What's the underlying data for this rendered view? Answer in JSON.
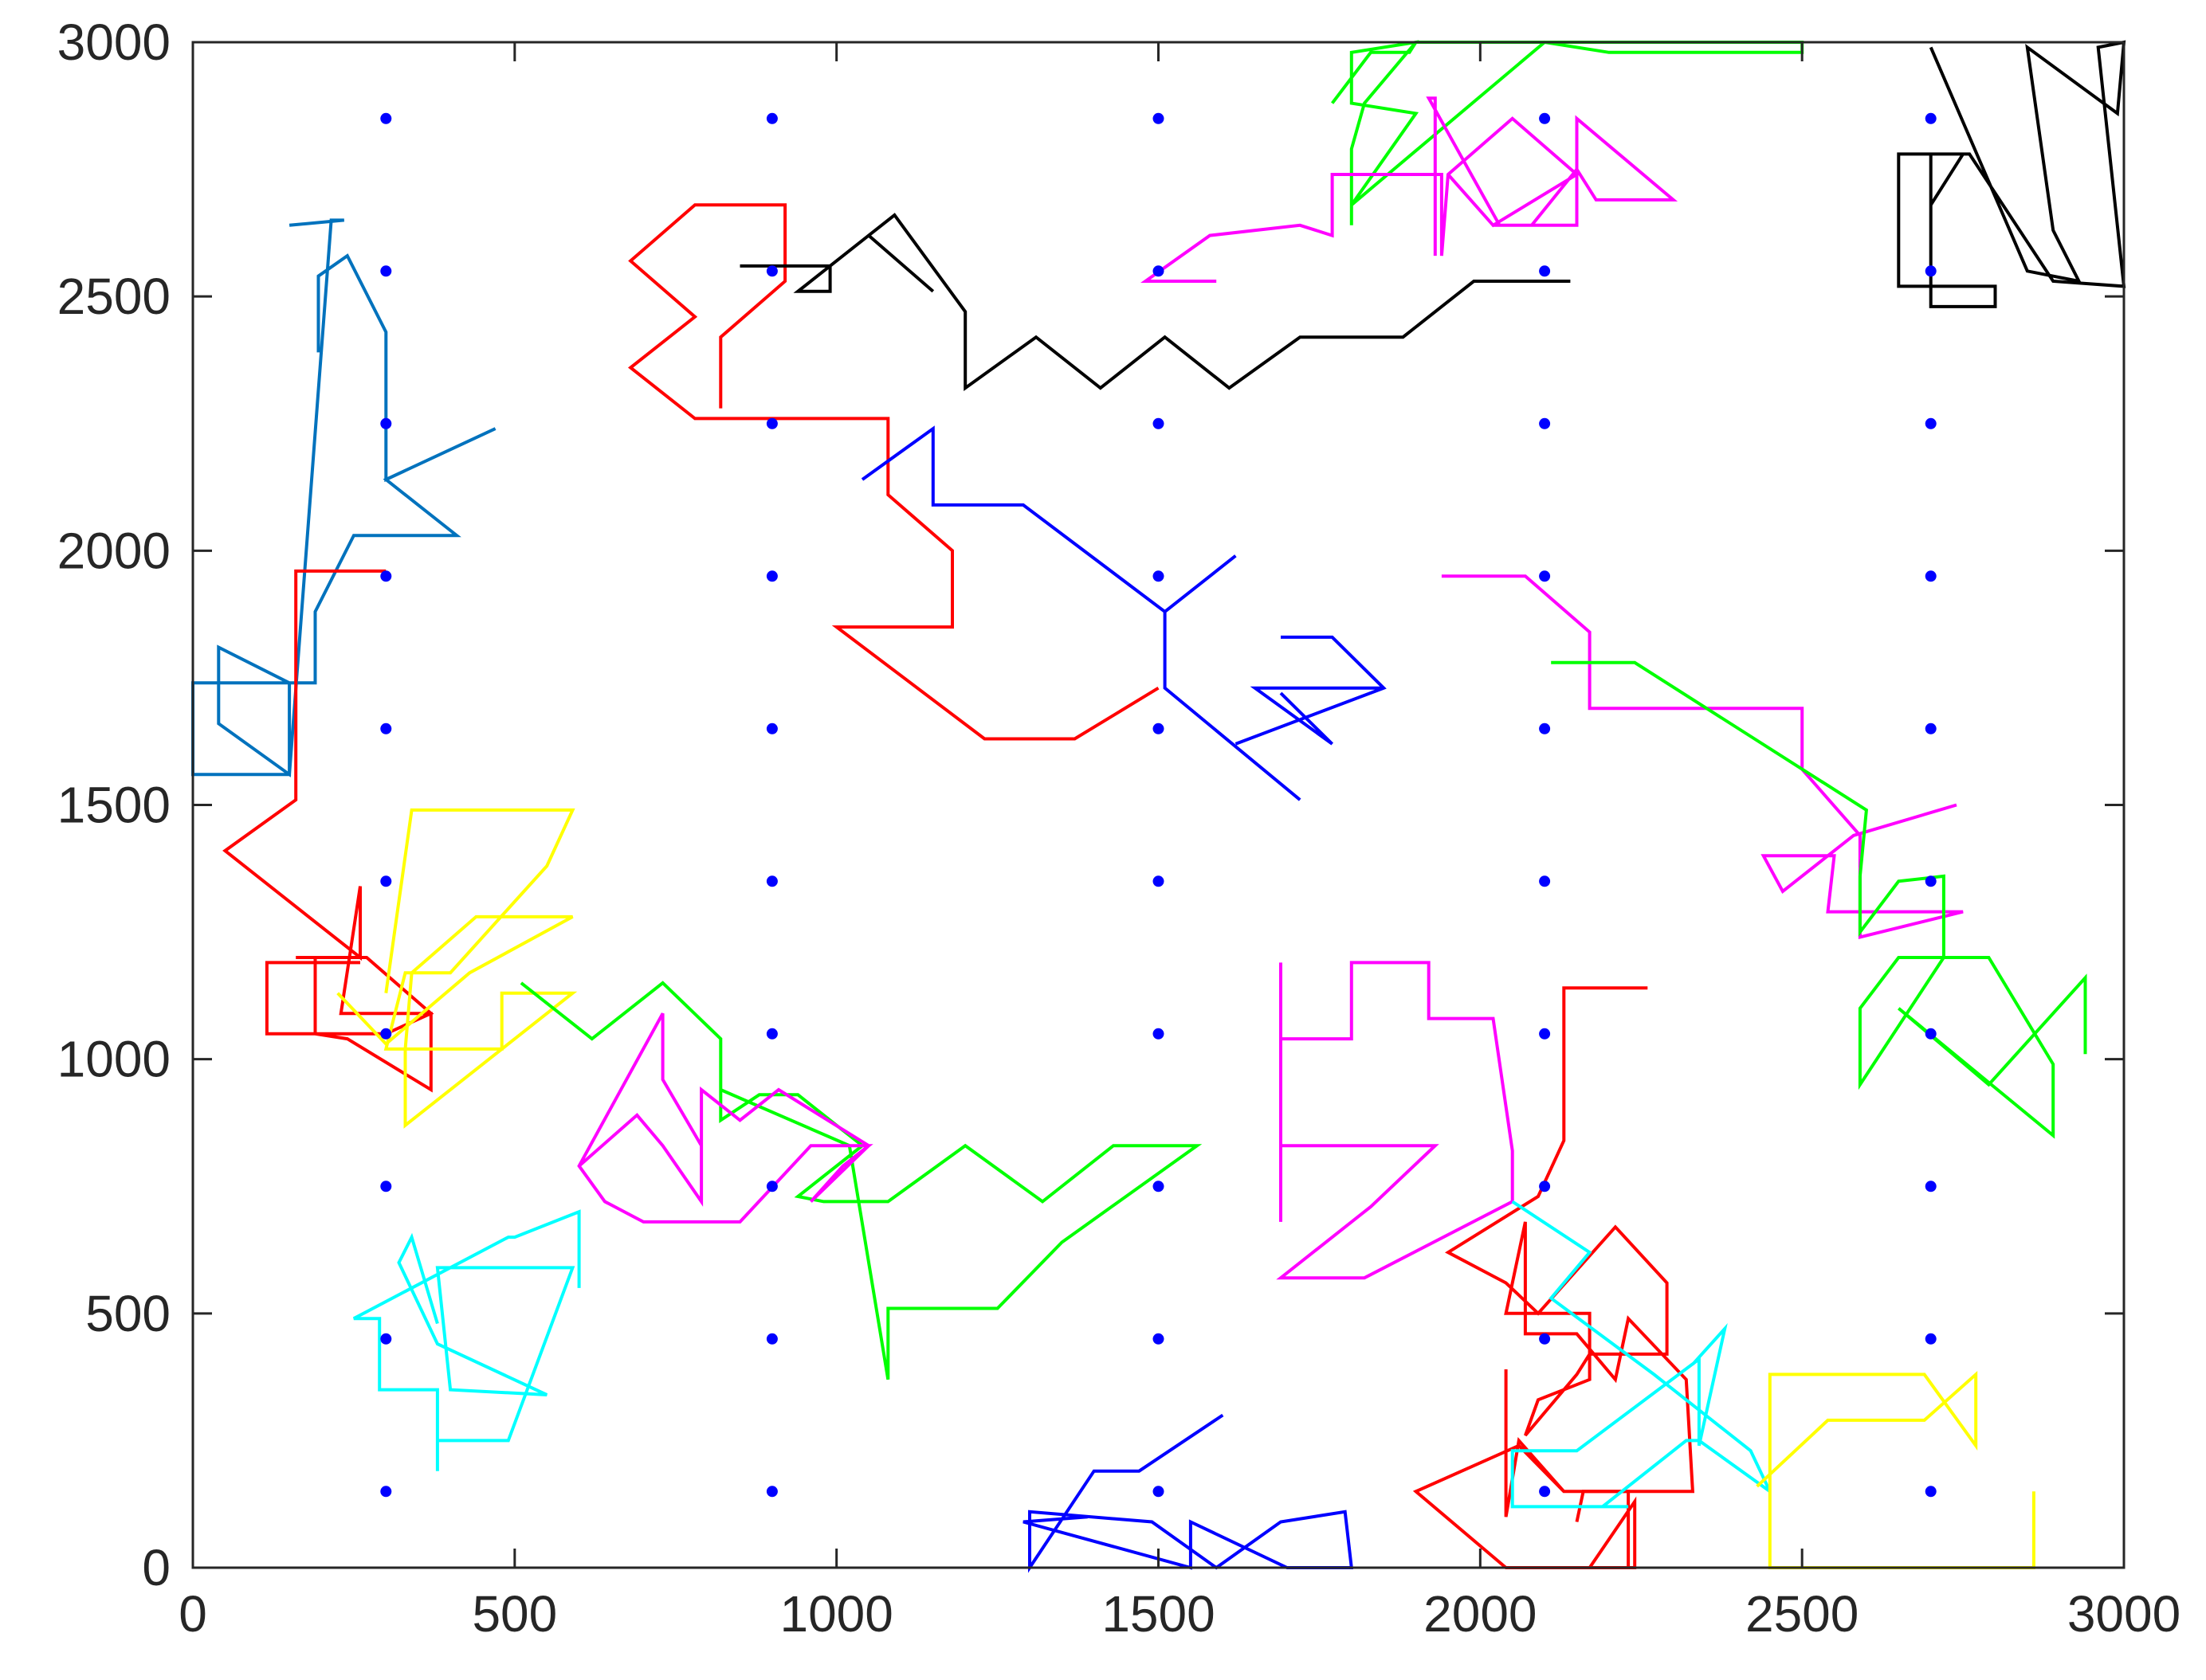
{
  "chart_data": {
    "type": "line",
    "title": "",
    "xlabel": "",
    "ylabel": "",
    "xlim": [
      0,
      3000
    ],
    "ylim": [
      0,
      3000
    ],
    "x_ticks": [
      0,
      500,
      1000,
      1500,
      2000,
      2500,
      3000
    ],
    "y_ticks": [
      0,
      500,
      1000,
      1500,
      2000,
      2500,
      3000
    ],
    "x_tick_labels": [
      "0",
      "500",
      "1000",
      "1500",
      "2000",
      "2500",
      "3000"
    ],
    "y_tick_labels": [
      "0",
      "500",
      "1000",
      "1500",
      "2000",
      "2500",
      "3000"
    ],
    "grid": false,
    "points_color": "#0000ff",
    "points": {
      "x": [
        300,
        900,
        1500,
        2100,
        2700
      ],
      "y": [
        150,
        450,
        750,
        1050,
        1350,
        1650,
        1950,
        2250,
        2550,
        2850
      ]
    },
    "series": [
      {
        "color": "#0072bd",
        "x": [
          195,
          195,
          240,
          300,
          300,
          470,
          300,
          410,
          250,
          190,
          190,
          40,
          40,
          150,
          150,
          0,
          0,
          150,
          40,
          40,
          150,
          215,
          235,
          150
        ],
        "y": [
          2390,
          2540,
          2580,
          2430,
          2140,
          2240,
          2140,
          2030,
          2030,
          1880,
          1740,
          1740,
          1810,
          1740,
          1560,
          1560,
          1740,
          1740,
          1810,
          1660,
          1560,
          2650,
          2650,
          2640
        ]
      },
      {
        "color": "#ff0000",
        "x": [
          300,
          160,
          160,
          50,
          260,
          260,
          230,
          370,
          370,
          240,
          190,
          190,
          160,
          270,
          370,
          300,
          115,
          115,
          260
        ],
        "y": [
          1960,
          1960,
          1510,
          1410,
          1200,
          1340,
          1090,
          1090,
          940,
          1040,
          1050,
          1200,
          1200,
          1200,
          1090,
          1050,
          1050,
          1190,
          1190
        ]
      },
      {
        "color": "#ffff00",
        "x": [
          225,
          300,
          430,
          590,
          440,
          340,
          330,
          330,
          590,
          480,
          480,
          330,
          300,
          330,
          400,
          550,
          590,
          340,
          300
        ],
        "y": [
          1130,
          1030,
          1170,
          1280,
          1280,
          1170,
          1020,
          870,
          1130,
          1130,
          1020,
          1020,
          1020,
          1170,
          1170,
          1380,
          1490,
          1490,
          1130
        ]
      },
      {
        "color": "#00ffff",
        "x": [
          600,
          600,
          500,
          490,
          250,
          290,
          290,
          380,
          380,
          380,
          490,
          590,
          380,
          400,
          550,
          380,
          320,
          340,
          380
        ],
        "y": [
          550,
          700,
          650,
          650,
          490,
          490,
          350,
          350,
          190,
          250,
          250,
          590,
          590,
          350,
          340,
          440,
          600,
          650,
          480
        ]
      },
      {
        "color": "#00ff00",
        "x": [
          510,
          620,
          730,
          820,
          820,
          880,
          940,
          990,
          1040,
          940,
          980,
          1080,
          1200,
          1320,
          1430,
          1560,
          1350,
          1250,
          1080,
          1080,
          1020,
          820
        ],
        "y": [
          1150,
          1040,
          1150,
          1040,
          880,
          930,
          930,
          880,
          830,
          730,
          720,
          720,
          830,
          720,
          830,
          830,
          640,
          510,
          510,
          370,
          830,
          940
        ]
      },
      {
        "color": "#ff00ff",
        "x": [
          600,
          690,
          730,
          790,
          790,
          850,
          910,
          1050,
          960,
          1010,
          1050,
          960,
          850,
          700,
          640,
          600,
          730,
          730,
          790
        ],
        "y": [
          790,
          890,
          830,
          720,
          940,
          880,
          940,
          830,
          720,
          790,
          830,
          830,
          680,
          680,
          720,
          790,
          1090,
          960,
          830
        ]
      },
      {
        "color": "#ff0000",
        "x": [
          820,
          820,
          920,
          920,
          780,
          680,
          780,
          680,
          780,
          1080,
          1080,
          1180,
          1180,
          1000,
          1230,
          1370,
          1500
        ],
        "y": [
          2280,
          2420,
          2530,
          2680,
          2680,
          2570,
          2460,
          2360,
          2260,
          2260,
          2110,
          2000,
          1850,
          1850,
          1630,
          1630,
          1730
        ]
      },
      {
        "color": "#000000",
        "x": [
          850,
          990,
          990,
          940,
          1050,
          1150,
          1050,
          1090,
          1200,
          1200,
          1310,
          1410,
          1510,
          1610,
          1720,
          1880,
          1990,
          2140
        ],
        "y": [
          2560,
          2560,
          2510,
          2510,
          2620,
          2510,
          2620,
          2660,
          2470,
          2320,
          2420,
          2320,
          2420,
          2320,
          2420,
          2420,
          2530,
          2530
        ]
      },
      {
        "color": "#0000ff",
        "x": [
          1040,
          1150,
          1150,
          1290,
          1510,
          1620,
          1510,
          1510,
          1720
        ],
        "y": [
          2140,
          2240,
          2090,
          2090,
          1880,
          1990,
          1880,
          1730,
          1510
        ]
      },
      {
        "color": "#0000ff",
        "x": [
          1690,
          1770,
          1850,
          1620,
          1850,
          1650,
          1770,
          1690
        ],
        "y": [
          1830,
          1830,
          1730,
          1620,
          1730,
          1730,
          1620,
          1720
        ]
      },
      {
        "color": "#0000ff",
        "x": [
          1600,
          1470,
          1400,
          1300,
          1300,
          1490,
          1590,
          1690,
          1790,
          1800,
          1700,
          1550,
          1550,
          1290,
          1390
        ],
        "y": [
          300,
          190,
          190,
          0,
          110,
          90,
          0,
          90,
          110,
          0,
          0,
          90,
          0,
          90,
          100
        ]
      },
      {
        "color": "#00ff00",
        "x": [
          1800,
          1800,
          1800,
          1820,
          1820,
          1900,
          1900,
          2000,
          2500,
          2500,
          2500,
          2200,
          2100,
          1800,
          1900,
          1800,
          1800,
          1900,
          1890,
          1830,
          1770
        ],
        "y": [
          2640,
          2790,
          2790,
          2880,
          2880,
          3000,
          3000,
          3000,
          3000,
          2980,
          2980,
          2980,
          3000,
          2680,
          2860,
          2880,
          2980,
          3000,
          2980,
          2980,
          2880
        ]
      },
      {
        "color": "#ff00ff",
        "x": [
          1590,
          1480,
          1580,
          1720,
          1770,
          1770,
          1940,
          1940,
          1950,
          2050,
          2150,
          2020,
          1950,
          2020,
          2150,
          2150,
          2300,
          2180,
          2150,
          2080,
          2030,
          1920,
          1930,
          1930
        ],
        "y": [
          2530,
          2530,
          2620,
          2640,
          2620,
          2740,
          2740,
          2580,
          2740,
          2850,
          2740,
          2640,
          2740,
          2640,
          2640,
          2850,
          2690,
          2690,
          2750,
          2640,
          2640,
          2890,
          2890,
          2580
        ]
      },
      {
        "color": "#000000",
        "x": [
          2700,
          2750,
          2750,
          2710,
          2700,
          2700,
          2800,
          2800,
          2650,
          2650,
          2760,
          2890,
          3000,
          2960,
          3000,
          2990,
          2850,
          2890,
          2930,
          2850,
          2700
        ],
        "y": [
          2680,
          2780,
          2780,
          2780,
          2780,
          2480,
          2480,
          2520,
          2520,
          2780,
          2780,
          2530,
          2520,
          2990,
          3000,
          2860,
          2990,
          2630,
          2530,
          2550,
          2990
        ]
      },
      {
        "color": "#ff00ff",
        "x": [
          1940,
          2070,
          2170,
          2170,
          2500,
          2500,
          2590,
          2590,
          2750,
          2700,
          2540,
          2550,
          2440,
          2470,
          2580,
          2740
        ],
        "y": [
          1950,
          1950,
          1840,
          1690,
          1690,
          1570,
          1440,
          1240,
          1290,
          1290,
          1290,
          1400,
          1400,
          1330,
          1440,
          1500
        ]
      },
      {
        "color": "#00ff00",
        "x": [
          2110,
          2240,
          2600,
          2590,
          2590,
          2650,
          2720,
          2720,
          2590,
          2590,
          2650,
          2790,
          2890,
          2890,
          2650,
          2790,
          2940,
          2940
        ],
        "y": [
          1780,
          1780,
          1490,
          1360,
          1250,
          1350,
          1360,
          1200,
          950,
          1100,
          1200,
          1200,
          990,
          850,
          1100,
          950,
          1160,
          1010
        ]
      },
      {
        "color": "#ff00ff",
        "x": [
          1690,
          1690,
          1800,
          1800,
          1920,
          1920,
          2020,
          2050,
          2050,
          1820,
          1820,
          1690,
          1830,
          1930,
          1690,
          1690,
          1690
        ],
        "y": [
          1190,
          1040,
          1040,
          1190,
          1190,
          1080,
          1080,
          820,
          720,
          570,
          570,
          570,
          710,
          830,
          830,
          680,
          1040
        ]
      },
      {
        "color": "#ff0000",
        "x": [
          2260,
          2130,
          2130,
          2130,
          2090,
          1950,
          2040,
          2090,
          2210,
          2290,
          2290,
          2170,
          2150,
          2070,
          2090,
          2170,
          2170,
          2040,
          2070,
          2070,
          2150,
          2210,
          2230,
          2320,
          2330,
          2330,
          2160,
          2150
        ],
        "y": [
          1140,
          1140,
          840,
          840,
          730,
          620,
          560,
          500,
          670,
          560,
          420,
          420,
          380,
          260,
          330,
          370,
          500,
          500,
          680,
          460,
          460,
          370,
          490,
          370,
          150,
          150,
          150,
          90
        ]
      },
      {
        "color": "#ff0000",
        "x": [
          2040,
          2040,
          2060,
          2130,
          2230,
          2230,
          2170,
          2240,
          2240,
          2040,
          1900,
          2060,
          2130
        ],
        "y": [
          390,
          100,
          250,
          150,
          150,
          0,
          0,
          130,
          0,
          0,
          150,
          240,
          150
        ]
      },
      {
        "color": "#00ffff",
        "x": [
          2050,
          2170,
          2110,
          2270,
          2270,
          2420,
          2420,
          2450,
          2340,
          2320,
          2190,
          2230,
          2050,
          2050,
          2150,
          2340,
          2340,
          2380,
          2330
        ],
        "y": [
          720,
          620,
          530,
          380,
          380,
          230,
          230,
          150,
          250,
          250,
          120,
          120,
          120,
          230,
          230,
          410,
          240,
          470,
          400
        ]
      },
      {
        "color": "#ffff00",
        "x": [
          2430,
          2540,
          2690,
          2770,
          2770,
          2690,
          2450,
          2450,
          2860,
          2860
        ],
        "y": [
          160,
          290,
          290,
          380,
          240,
          380,
          380,
          0,
          0,
          150
        ]
      }
    ]
  }
}
